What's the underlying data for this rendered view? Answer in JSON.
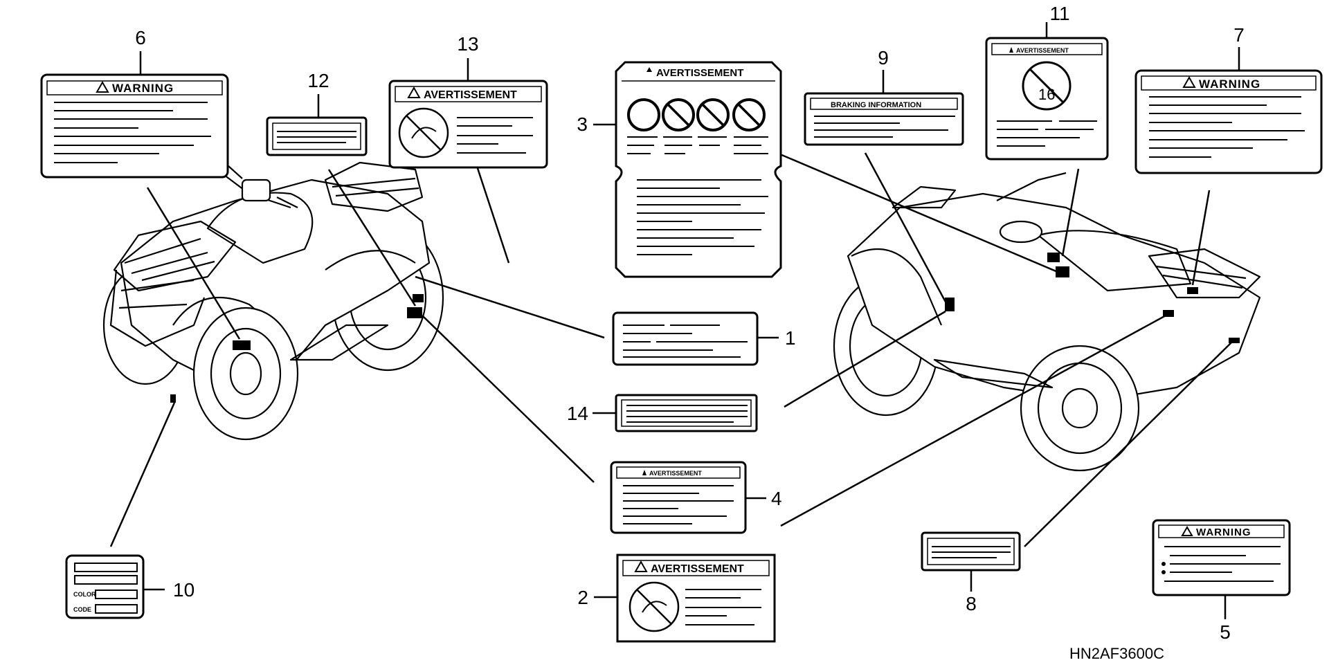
{
  "diagram_code": "HN2AF3600C",
  "callouts": [
    "1",
    "2",
    "3",
    "4",
    "5",
    "6",
    "7",
    "8",
    "9",
    "10",
    "11",
    "12",
    "13",
    "14"
  ],
  "labels": {
    "warning": "WARNING",
    "avertissement": "AVERTISSEMENT",
    "braking_information": "BRAKING INFORMATION",
    "color": "COLOR",
    "code": "CODE",
    "age_text": "16"
  }
}
